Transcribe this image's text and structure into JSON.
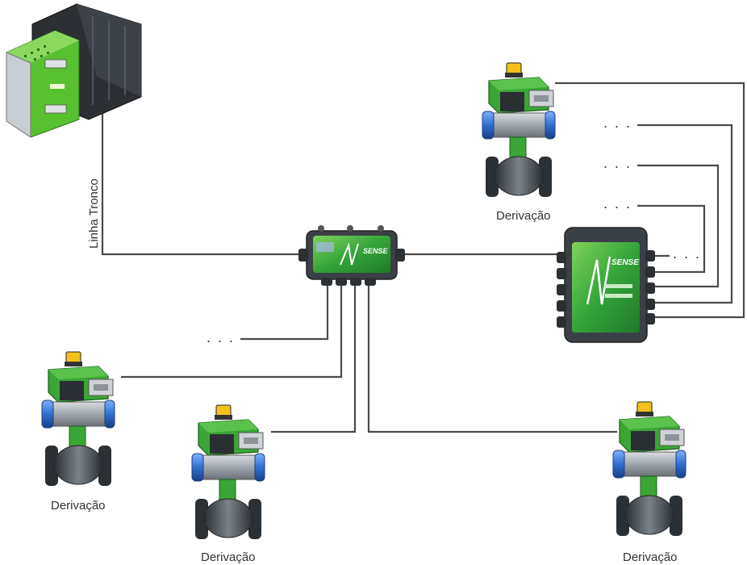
{
  "labels": {
    "trunk": "Linha Tronco",
    "branch_top_right": "Derivação",
    "branch_bottom_left": "Derivação",
    "branch_bottom_center": "Derivação",
    "branch_bottom_right": "Derivação"
  },
  "ellipsis": {
    "left": ". . .",
    "right_1": ". . .",
    "right_2": ". . .",
    "right_3": ". . .",
    "right_4": ". . ."
  },
  "colors": {
    "wire": "#4a4a4a",
    "green": "#3aa635",
    "green_dark": "#1f6b22",
    "valve_blue": "#2f6fd0",
    "valve_gray": "#9ea6ad",
    "body_dark": "#3d4248",
    "cap_yellow": "#f2c21b"
  },
  "icons": [
    "power-supply-icon",
    "junction-box-icon",
    "valve-actuator-icon"
  ]
}
